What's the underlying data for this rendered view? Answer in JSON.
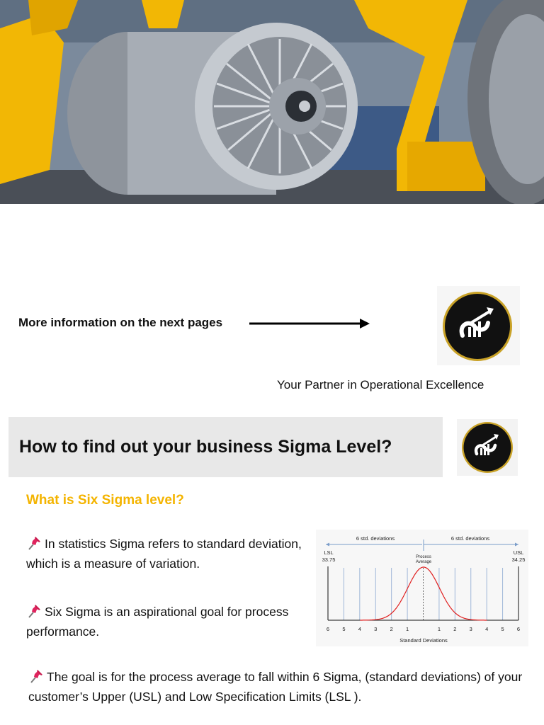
{
  "hero": {
    "alt": "industrial turbine with yellow robotic arms"
  },
  "next_info": {
    "label": "More information on the next pages"
  },
  "tagline": "Your Partner in Operational Excellence",
  "banner": {
    "title": "How to find out your business Sigma Level?"
  },
  "section": {
    "subheading": "What is Six Sigma level?",
    "paragraphs": [
      "In statistics Sigma refers to standard deviation, which is a measure of variation.",
      "Six Sigma is an aspirational goal for process performance.",
      "The goal is for the process average to fall within 6 Sigma, (standard deviations) of your customer’s Upper (USL) and Low Specification Limits (LSL )."
    ]
  },
  "chart": {
    "left_span": "6 std. deviations",
    "right_span": "6 std. deviations",
    "lsl_label": "LSL",
    "lsl_value": "33.75",
    "usl_label": "USL",
    "usl_value": "34.25",
    "center_label_1": "Process",
    "center_label_2": "Average",
    "ticks": [
      "6",
      "5",
      "4",
      "3",
      "2",
      "1",
      "",
      "1",
      "2",
      "3",
      "4",
      "5",
      "6"
    ],
    "xlabel": "Standard Deviations"
  },
  "colors": {
    "accent": "#f4b400",
    "banner_bg": "#e8e8e8",
    "curve": "#e02020",
    "grid": "#9fb6d8"
  }
}
